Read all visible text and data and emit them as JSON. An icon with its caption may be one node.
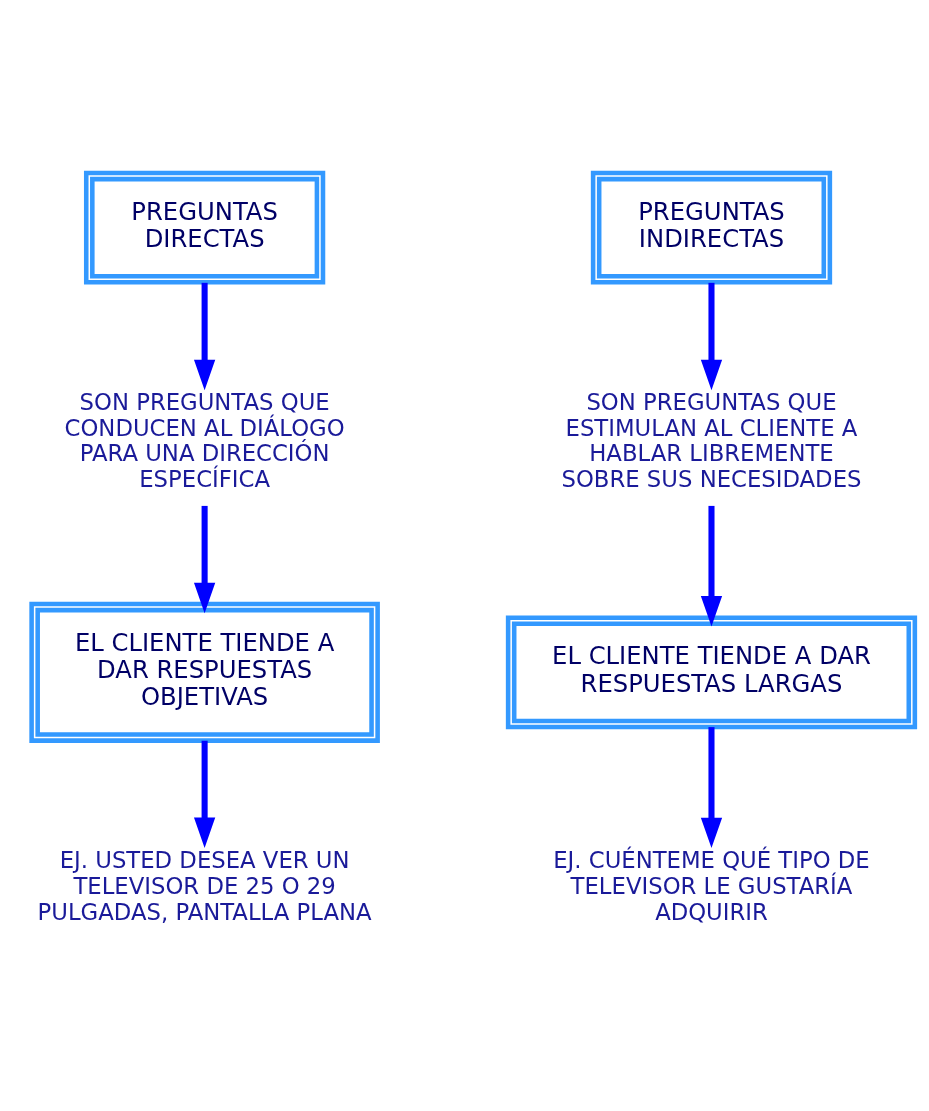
{
  "diagram": {
    "nodes": [
      {
        "text": [
          "PREGUNTAS DIRECTAS"
        ]
      },
      {
        "text": [
          "PREGUNTAS INDIRECTAS"
        ]
      },
      {
        "text": [
          "SON PREGUNTAS QUE CONDUCEN AL DIÁLOGO PARA UNA DIRECCIÓN ESPECÍFICA"
        ]
      },
      {
        "text": [
          "SON PREGUNTAS QUE ESTIMULAN AL CLIENTE A HABLAR LIBREMENTE SOBRE SUS NECESIDADES"
        ]
      },
      {
        "text": [
          "EL CLIENTE TIENDE A DAR RESPUESTAS OBJETIVAS"
        ]
      },
      {
        "text": [
          "EL CLIENTE TIENDE A DAR RESPUESTAS LARGAS"
        ]
      },
      {
        "text": [
          "EJ. USTED DESEA VER UN TELEVISOR DE 25 O 29 PULGADAS, PANTALLA PLANA"
        ]
      },
      {
        "text": [
          "EJ. CUÉNTEME QUÉ TIPO DE TELEVISOR LE GUSTARÍA ADQUIRIR"
        ]
      }
    ],
    "edges": [
      {
        "from": 0,
        "to": 2,
        "arrow": "to"
      },
      {
        "from": 1,
        "to": 3,
        "arrow": "to"
      },
      {
        "from": 2,
        "to": 4,
        "arrow": "to"
      },
      {
        "from": 3,
        "to": 5,
        "arrow": "to"
      },
      {
        "from": 4,
        "to": 6,
        "arrow": "to"
      },
      {
        "from": 5,
        "to": 7,
        "arrow": "to"
      }
    ]
  }
}
